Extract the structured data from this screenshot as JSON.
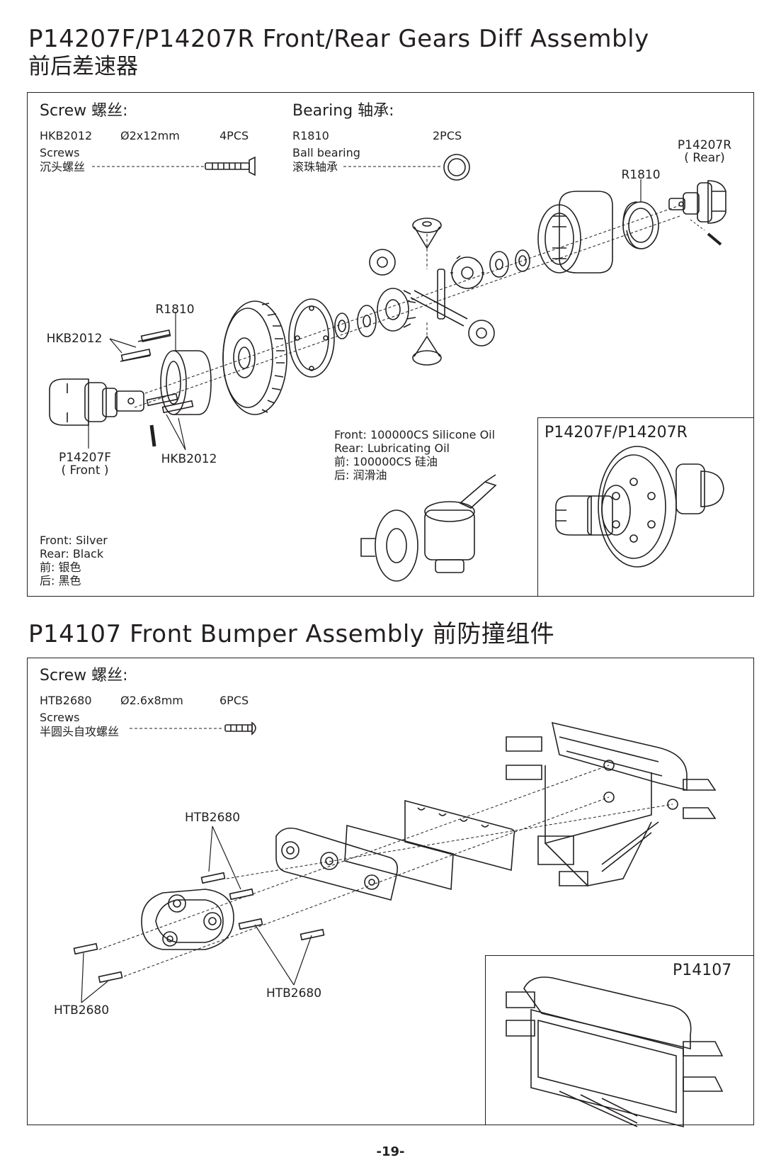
{
  "section1": {
    "title": "P14207F/P14207R Front/Rear Gears Diff Assembly",
    "subtitle_cn": "前后差速器",
    "screw": {
      "heading": "Screw 螺丝:",
      "code": "HKB2012",
      "size": "Ø2x12mm",
      "qty": "4PCS",
      "name_en": "Screws",
      "name_cn": "沉头螺丝"
    },
    "bearing": {
      "heading": "Bearing 轴承:",
      "code": "R1810",
      "qty": "2PCS",
      "name_en": "Ball bearing",
      "name_cn": "滚珠轴承"
    },
    "labels": {
      "rear_part": "P14207R",
      "rear_paren": "( Rear)",
      "r1810_top": "R1810",
      "r1810_left": "R1810",
      "hkb_upper": "HKB2012",
      "hkb_lower": "HKB2012",
      "front_part": "P14207F",
      "front_paren": "( Front )"
    },
    "oil": {
      "line1": "Front: 100000CS Silicone Oil",
      "line2": "Rear: Lubricating Oil",
      "line3": "前: 100000CS 硅油",
      "line4": "后: 润滑油"
    },
    "color_note": {
      "line1": "Front: Silver",
      "line2": "Rear: Black",
      "line3": "前: 银色",
      "line4": "后: 黑色"
    },
    "inset_title": "P14207F/P14207R"
  },
  "section2": {
    "title": "P14107 Front Bumper Assembly 前防撞组件",
    "screw": {
      "heading": "Screw 螺丝:",
      "code": "HTB2680",
      "size": "Ø2.6x8mm",
      "qty": "6PCS",
      "name_en": "Screws",
      "name_cn": "半圆头自攻螺丝"
    },
    "labels": {
      "htb_top": "HTB2680",
      "htb_mid": "HTB2680",
      "htb_left": "HTB2680"
    },
    "inset_title": "P14107"
  },
  "page_number": "-19-"
}
